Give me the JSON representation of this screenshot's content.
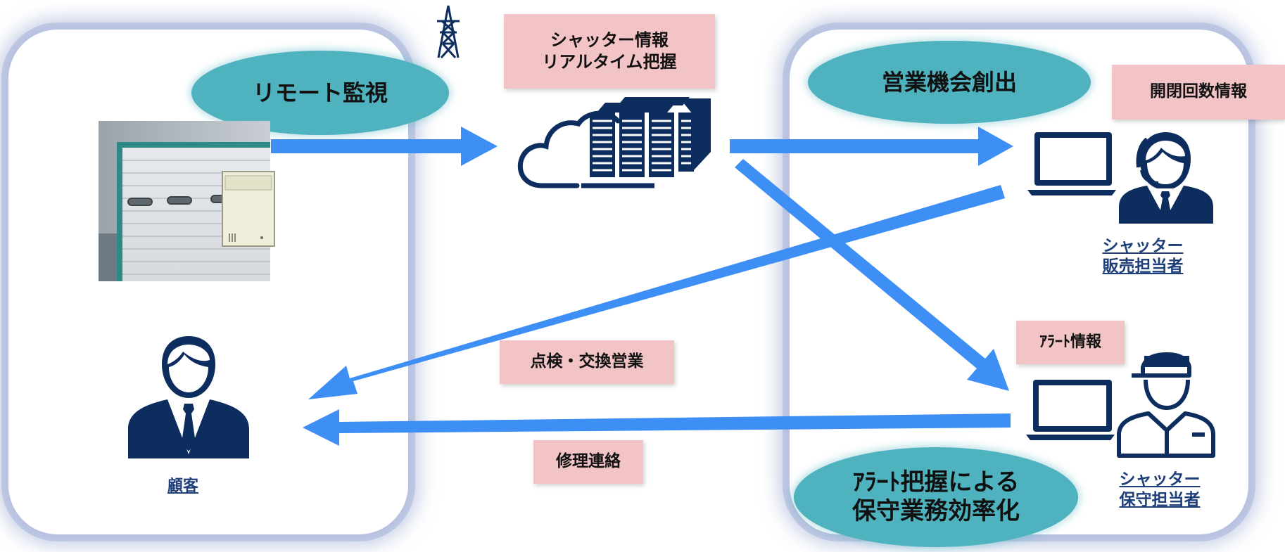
{
  "colors": {
    "panel_border": "#a8b4d8",
    "ellipse_fill": "#4fb3bf",
    "tag_fill": "#f2c4c6",
    "arrow": "#3d8ef5",
    "icon_navy": "#0d2d5e"
  },
  "left_panel": {
    "ellipse_title": "リモート監視",
    "customer_label": "顧客"
  },
  "center": {
    "cloud_tag": "シャッター情報\nリアルタイム把握",
    "inspection_tag": "点検・交換営業",
    "repair_tag": "修理連絡"
  },
  "right_panel": {
    "ellipse_top": "営業機会創出",
    "ellipse_bottom": "ｱﾗｰﾄ把握による\n保守業務効率化",
    "open_close_tag": "開閉回数情報",
    "alert_tag": "ｱﾗｰﾄ情報",
    "sales_label": "シャッター\n販売担当者",
    "maintenance_label": "シャッター\n保守担当者"
  },
  "icons": {
    "tower": "transmission-tower-icon",
    "cloud_server": "cloud-server-icon",
    "shutter_photo": "shutter-door-photo",
    "customer": "businessman-icon",
    "sales": "headset-operator-laptop-icon",
    "maintenance": "technician-cap-laptop-icon"
  }
}
